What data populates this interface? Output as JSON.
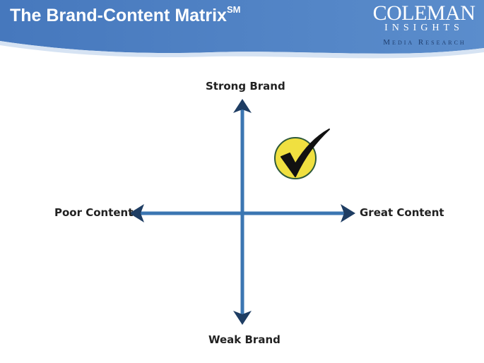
{
  "header": {
    "title": "The Brand-Content Matrix",
    "title_mark": "SM",
    "background_color": "#4a7cc0"
  },
  "logo": {
    "name": "COLEMAN",
    "subname": "INSIGHTS",
    "tagline": "Media Research"
  },
  "axes": {
    "top_label": "Strong Brand",
    "bottom_label": "Weak Brand",
    "left_label": "Poor Content",
    "right_label": "Great Content",
    "arrow_color": "#3b76b2",
    "arrowhead_color": "#1e3d63"
  },
  "marker": {
    "icon": "checkmark-icon",
    "fill_color": "#f0e040",
    "quadrant": "strong-brand-great-content"
  }
}
